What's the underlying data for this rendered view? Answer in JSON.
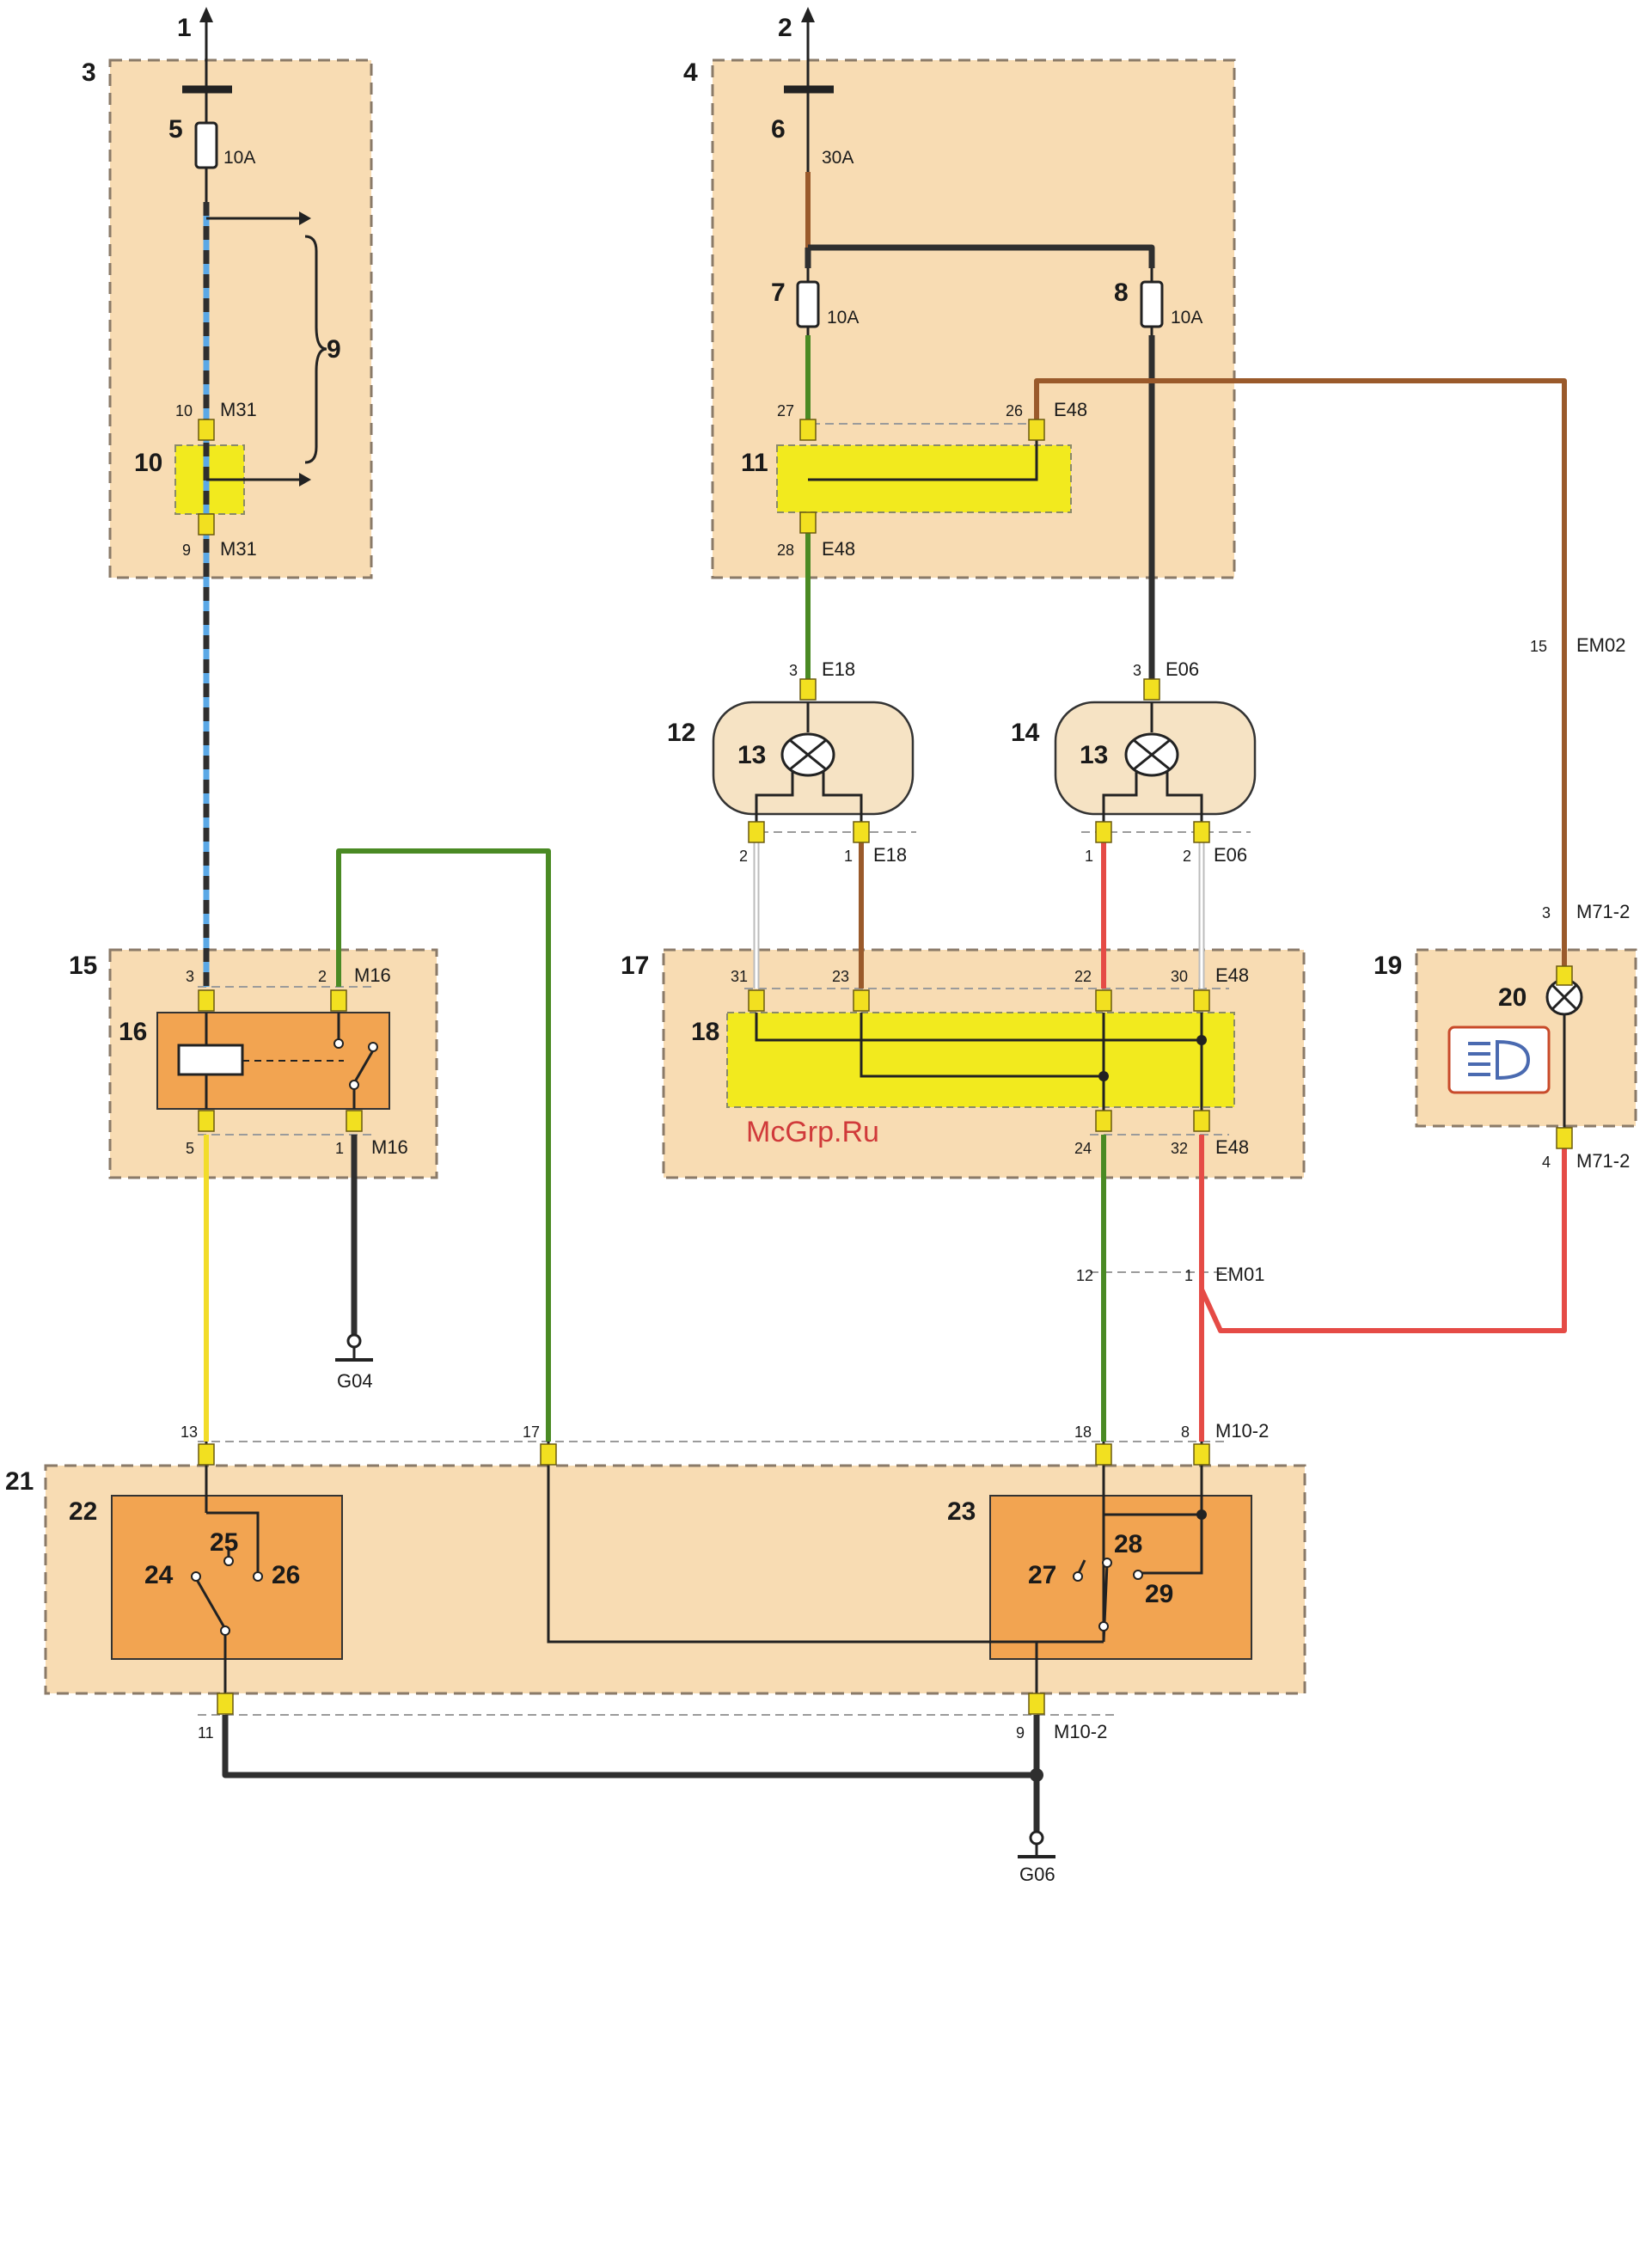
{
  "watermark": "McGrp.Ru",
  "callouts": {
    "c1": "1",
    "c2": "2",
    "c3": "3",
    "c4": "4",
    "c5": "5",
    "c6": "6",
    "c7": "7",
    "c8": "8",
    "c9": "9",
    "c10": "10",
    "c11": "11",
    "c12": "12",
    "c13a": "13",
    "c13b": "13",
    "c14": "14",
    "c15": "15",
    "c16": "16",
    "c17": "17",
    "c18": "18",
    "c19": "19",
    "c20": "20",
    "c21": "21",
    "c22": "22",
    "c23": "23",
    "c24": "24",
    "c25": "25",
    "c26": "26",
    "c27": "27",
    "c28": "28",
    "c29": "29"
  },
  "fuses": {
    "f5": "10A",
    "f6": "30A",
    "f7": "10A",
    "f8": "10A"
  },
  "connectors": {
    "m31_top": "M31",
    "m31_bot": "M31",
    "e48_top": "E48",
    "e48_mid": "E48",
    "e18_in": "E18",
    "e06_in": "E06",
    "e18_out": "E18",
    "e06_out": "E06",
    "e48_17_top": "E48",
    "e48_17_bot": "E48",
    "em02": "EM02",
    "em01": "EM01",
    "m71_top": "M71-2",
    "m71_bot": "M71-2",
    "m16_top": "M16",
    "m16_bot": "M16",
    "m10_top": "M10-2",
    "m10_bot": "M10-2",
    "g04": "G04",
    "g06": "G06"
  },
  "pins": {
    "p10": "10",
    "p9": "9",
    "p27": "27",
    "p26": "26",
    "p28": "28",
    "p3_e18": "3",
    "p3_e06": "3",
    "p2_e18": "2",
    "p1_e18": "1",
    "p1_e06": "1",
    "p2_e06": "2",
    "p31": "31",
    "p23": "23",
    "p22": "22",
    "p30": "30",
    "p24": "24",
    "p32": "32",
    "p15_em02": "15",
    "p3_m71": "3",
    "p4_m71": "4",
    "p12_em01": "12",
    "p1_em01": "1",
    "p3_m16": "3",
    "p2_m16": "2",
    "p5_m16": "5",
    "p1_m16": "1",
    "p13": "13",
    "p17": "17",
    "p18": "18",
    "p8": "8",
    "p11": "11",
    "p9_m10": "9"
  },
  "colors": {
    "zone_fill": "#f8dcb3",
    "module_yellow": "#f2ea1e",
    "relay_orange": "#f2a451",
    "wire_black": "#2f2f2f",
    "wire_brown": "#9a5a2b",
    "wire_green": "#4a8a24",
    "wire_blue": "#5aa8e6",
    "wire_yellow": "#f2dc2a",
    "wire_red": "#e54b46",
    "wire_white": "#ffffff"
  },
  "icons": [
    "headlamp-icon",
    "bulb-icon",
    "fuse-icon",
    "ground-icon",
    "relay-coil-icon"
  ]
}
